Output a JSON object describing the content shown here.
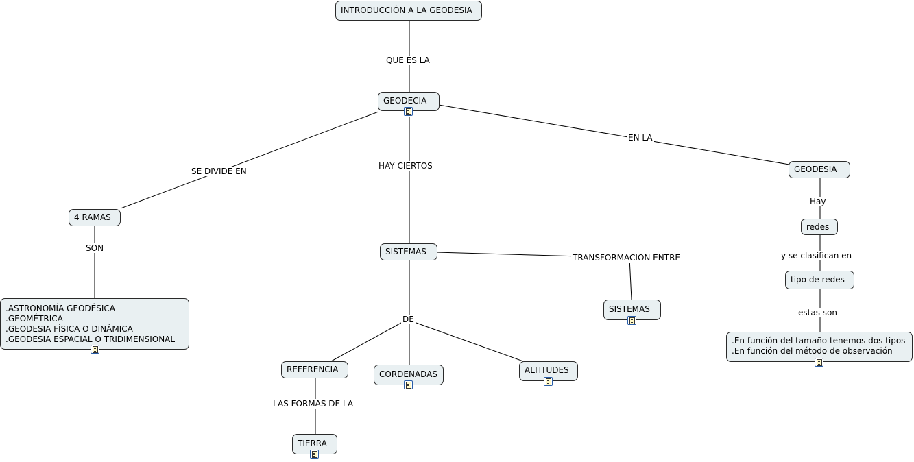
{
  "nodes": {
    "intro": "INTRODUCCIÓN A LA GEODESIA",
    "geodecia": "GEODECIA",
    "geodesia": "GEODESIA",
    "cuatro_ramas": "4 RAMAS",
    "sistemas_main": "SISTEMAS",
    "sistemas_sub": "SISTEMAS",
    "redes": "redes",
    "tipo_redes": "tipo de redes",
    "referencia": "REFERENCIA",
    "cordenadas": "CORDENADAS",
    "altitudes": "ALTITUDES",
    "tierra": "TIERRA",
    "ramas_list": [
      ".ASTRONOMÍA GEODÉSICA",
      ".GEOMÉTRICA",
      ".GEODESIA FÍSICA O DINÁMICA",
      ".GEODESIA ESPACIAL O TRIDIMENSIONAL"
    ],
    "redes_list": [
      ".En función del tamaño tenemos dos tipos",
      ".En función del método de observación"
    ]
  },
  "links": {
    "que_es_la": "QUE ES LA",
    "se_divide_en": "SE DIVIDE EN",
    "hay_ciertos": "HAY CIERTOS",
    "en_la": "EN LA",
    "son": "SON",
    "hay": "Hay",
    "transformacion_entre": "TRANSFORMACION ENTRE",
    "y_se_clasifican_en": "y se clasifican en",
    "de": "DE",
    "estas_son": "estas son",
    "las_formas_de_la": "LAS FORMAS DE LA"
  },
  "colors": {
    "node_fill": "#e9f0f2",
    "node_border": "#2a2a2a",
    "line": "#000000",
    "resource_icon": "#2a5ea8"
  }
}
